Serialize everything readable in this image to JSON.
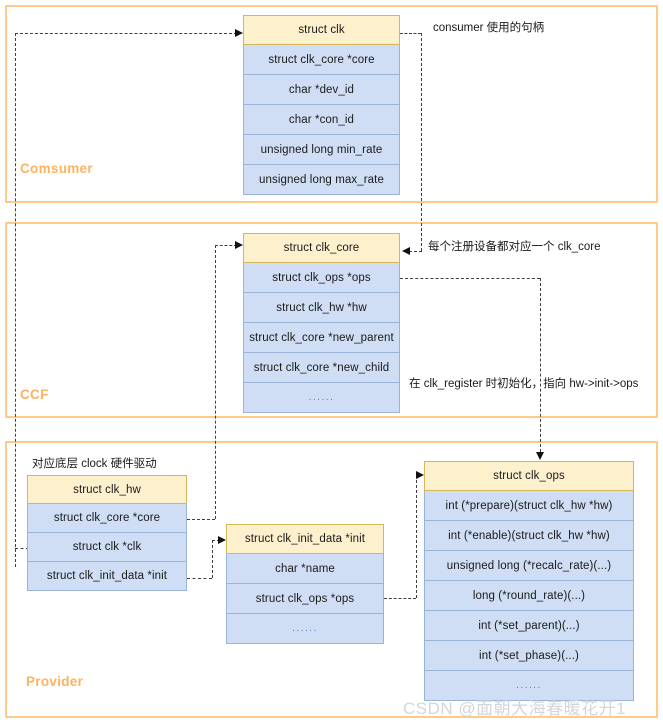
{
  "diagram": {
    "title": "Linux Common Clock Framework struct relationships",
    "colors": {
      "panel_border": "#ffc98a",
      "panel_label": "#ffb25e",
      "header_fill": "#fdf0cd",
      "header_border": "#d6b656",
      "row_fill": "#cfdef5",
      "row_border": "#9ab4d8",
      "line": "#404040",
      "watermark": "#d2d6dc"
    },
    "panels": [
      {
        "id": "consumer",
        "label": "Comsumer"
      },
      {
        "id": "ccf",
        "label": "CCF"
      },
      {
        "id": "provider",
        "label": "Provider"
      }
    ],
    "structs": {
      "clk": {
        "header": "struct clk",
        "rows": [
          "struct clk_core *core",
          "char *dev_id",
          "char *con_id",
          "unsigned long min_rate",
          "unsigned long max_rate"
        ]
      },
      "clk_core": {
        "header": "struct clk_core",
        "rows": [
          "struct clk_ops *ops",
          "struct clk_hw *hw",
          "struct clk_core *new_parent",
          "struct clk_core *new_child",
          "......"
        ]
      },
      "clk_hw": {
        "header": "struct clk_hw",
        "rows": [
          "struct clk_core *core",
          "struct clk *clk",
          "struct clk_init_data *init"
        ]
      },
      "clk_init_data": {
        "header": "struct clk_init_data *init",
        "rows": [
          "char *name",
          "struct clk_ops *ops",
          "......"
        ]
      },
      "clk_ops": {
        "header": "struct clk_ops",
        "rows": [
          "int (*prepare)(struct clk_hw *hw)",
          "int (*enable)(struct clk_hw *hw)",
          "unsigned long (*recalc_rate)(...)",
          "long (*round_rate)(...)",
          "int (*set_parent)(...)",
          "int (*set_phase)(...)",
          "......"
        ]
      }
    },
    "annotations": {
      "consumer_handle": "consumer 使用的句柄",
      "clk_core_per_device": "每个注册设备都对应一个 clk_core",
      "clk_register_init": "在 clk_register 时初始化，指向 hw->init->ops",
      "clk_hw_driver": "对应底层 clock 硬件驱动"
    },
    "watermark": "CSDN @面朝大海春暖花开1"
  }
}
